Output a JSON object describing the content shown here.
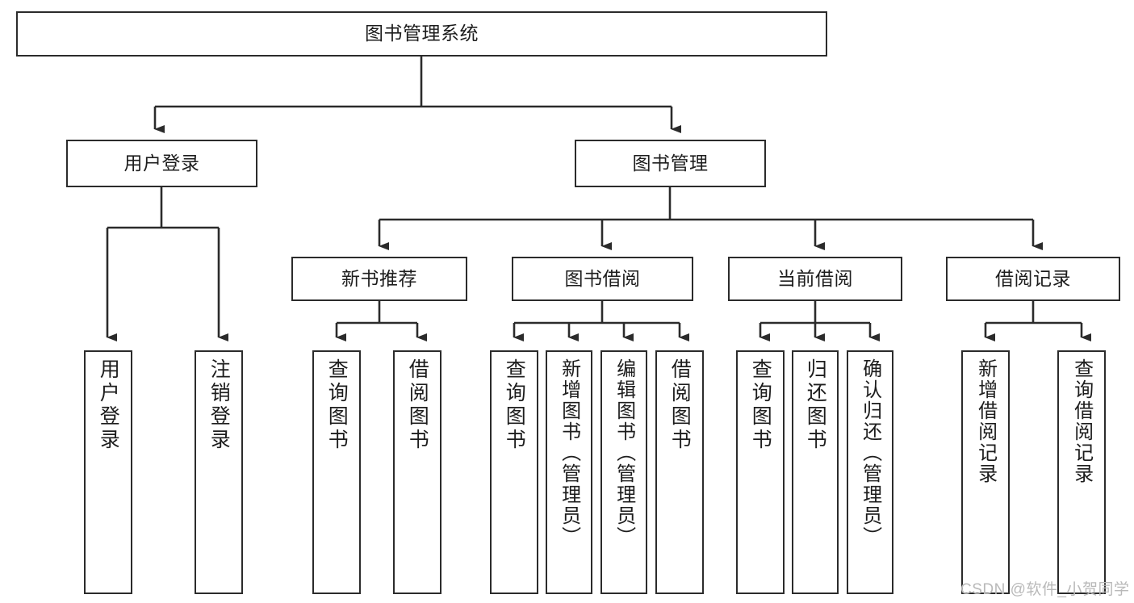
{
  "diagram": {
    "title": "图书管理系统",
    "root": {
      "id": "root",
      "label": "图书管理系统"
    },
    "level1": [
      {
        "id": "user-login",
        "label": "用户登录"
      },
      {
        "id": "book-manage",
        "label": "图书管理"
      }
    ],
    "level2": [
      {
        "id": "new-book-recommend",
        "label": "新书推荐"
      },
      {
        "id": "book-borrow",
        "label": "图书借阅"
      },
      {
        "id": "current-borrow",
        "label": "当前借阅"
      },
      {
        "id": "borrow-record",
        "label": "借阅记录"
      }
    ],
    "leaves": [
      {
        "id": "leaf-user-login",
        "label": "用户登录"
      },
      {
        "id": "leaf-logout-login",
        "label": "注销登录"
      },
      {
        "id": "leaf-query-book-1",
        "label": "查询图书"
      },
      {
        "id": "leaf-borrow-book-1",
        "label": "借阅图书"
      },
      {
        "id": "leaf-query-book-2",
        "label": "查询图书"
      },
      {
        "id": "leaf-add-book-admin",
        "label": "新增图书（管理员）"
      },
      {
        "id": "leaf-edit-book-admin",
        "label": "编辑图书（管理员）"
      },
      {
        "id": "leaf-borrow-book-2",
        "label": "借阅图书"
      },
      {
        "id": "leaf-query-book-3",
        "label": "查询图书"
      },
      {
        "id": "leaf-return-book",
        "label": "归还图书"
      },
      {
        "id": "leaf-confirm-return-admin",
        "label": "确认归还（管理员）"
      },
      {
        "id": "leaf-add-borrow-record",
        "label": "新增借阅记录"
      },
      {
        "id": "leaf-query-borrow-record",
        "label": "查询借阅记录"
      }
    ],
    "watermark": "CSDN @软件_小贺同学",
    "colors": {
      "box_border": "#2b2b2b",
      "box_fill": "#ffffff",
      "connector": "#2b2b2b",
      "text": "#1d1d1d",
      "watermark": "#b9b9b9",
      "background": "#ffffff"
    }
  }
}
